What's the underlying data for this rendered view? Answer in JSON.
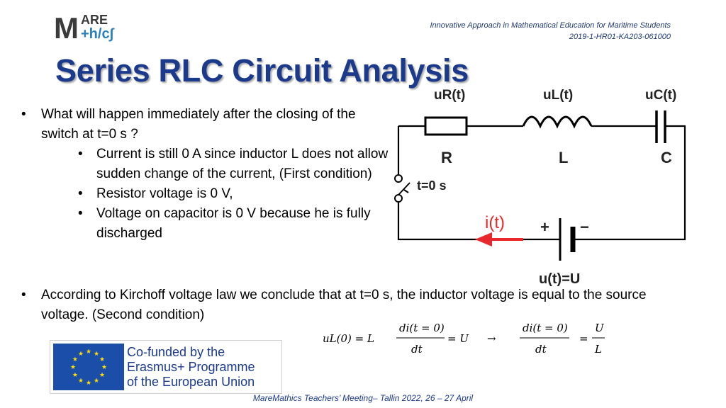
{
  "logo": {
    "line1": "ARE",
    "big_letter": "M",
    "line2": "+h/c∫"
  },
  "header": {
    "project_name": "Innovative Approach in Mathematical Education for Maritime Students",
    "project_code": "2019-1-HR01-KA203-061000"
  },
  "slide": {
    "title": "Series RLC Circuit Analysis"
  },
  "bullets": {
    "b1": "What will happen immediately after the closing of the switch at t=0 s ?",
    "b1a": "Current is still 0 A since inductor L does not allow sudden change of the current, (First condition)",
    "b1b": "Resistor voltage is 0 V,",
    "b1c": "Voltage on capacitor is 0 V because he is fully discharged",
    "b2": "According to Kirchoff voltage law we conclude that at t=0 s, the inductor voltage is equal to the source voltage. (Second condition)"
  },
  "circuit": {
    "ur": "uR(t)",
    "ul": "uL(t)",
    "uc": "uC(t)",
    "r": "R",
    "l": "L",
    "c": "C",
    "switch": "t=0 s",
    "current": "i(t)",
    "plus": "+",
    "minus": "−",
    "source": "u(t)=U"
  },
  "equation": {
    "lhs": "uL(0) = L",
    "frac1_num": "di(t = 0)",
    "frac1_den": "dt",
    "eq_u": "= U",
    "arrow": "→",
    "frac2_num": "di(t = 0)",
    "frac2_den": "dt",
    "eq": "=",
    "frac3_num": "U",
    "frac3_den": "L"
  },
  "eu": {
    "line1": "Co-funded by the",
    "line2": "Erasmus+ Programme",
    "line3": "of the European Union"
  },
  "footer": {
    "text": "MareMathics Teachers’ Meeting– Tallin 2022, 26 – 27 April"
  },
  "colors": {
    "title": "#1b3a8c",
    "current_arrow": "#e8282b",
    "eu_blue": "#1b4ea8",
    "eu_star": "#ffdd00"
  }
}
